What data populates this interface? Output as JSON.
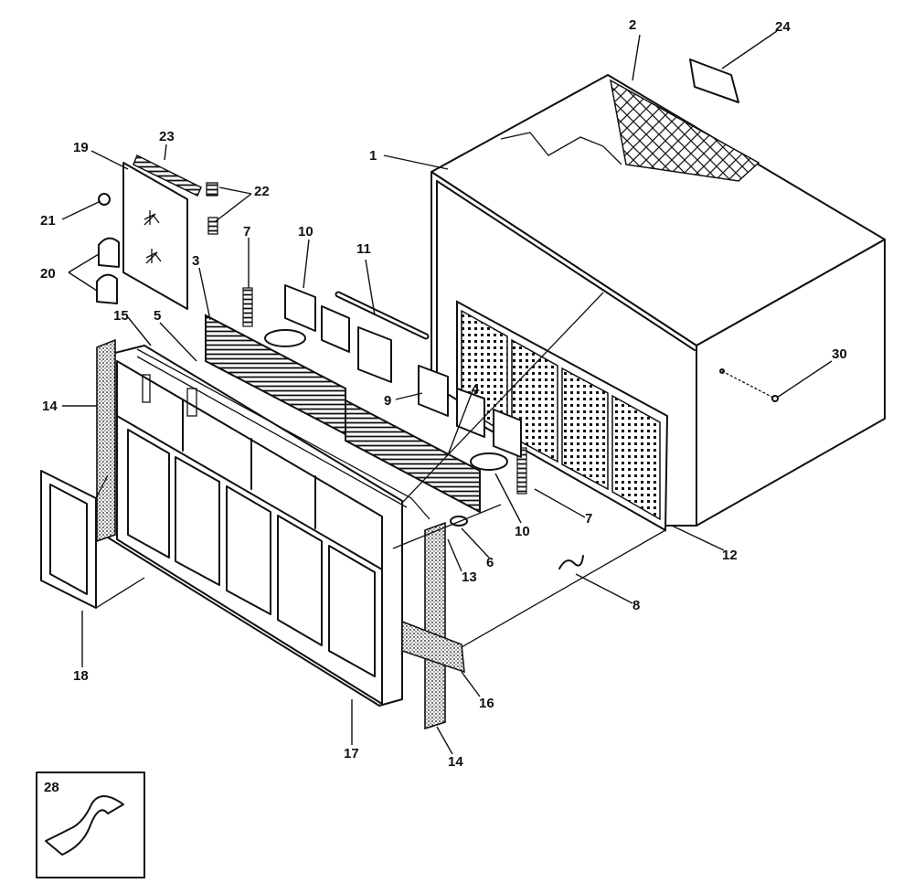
{
  "diagram": {
    "callouts": {
      "c1": "1",
      "c2": "2",
      "c3": "3",
      "c4": "4",
      "c5": "5",
      "c6": "6",
      "c7a": "7",
      "c7b": "7",
      "c8": "8",
      "c9": "9",
      "c10a": "10",
      "c10b": "10",
      "c11": "11",
      "c12": "12",
      "c13": "13",
      "c14a": "14",
      "c14b": "14",
      "c15": "15",
      "c16": "16",
      "c17": "17",
      "c18": "18",
      "c19": "19",
      "c20": "20",
      "c21": "21",
      "c22": "22",
      "c23": "23",
      "c24": "24",
      "c28": "28",
      "c30": "30"
    }
  }
}
